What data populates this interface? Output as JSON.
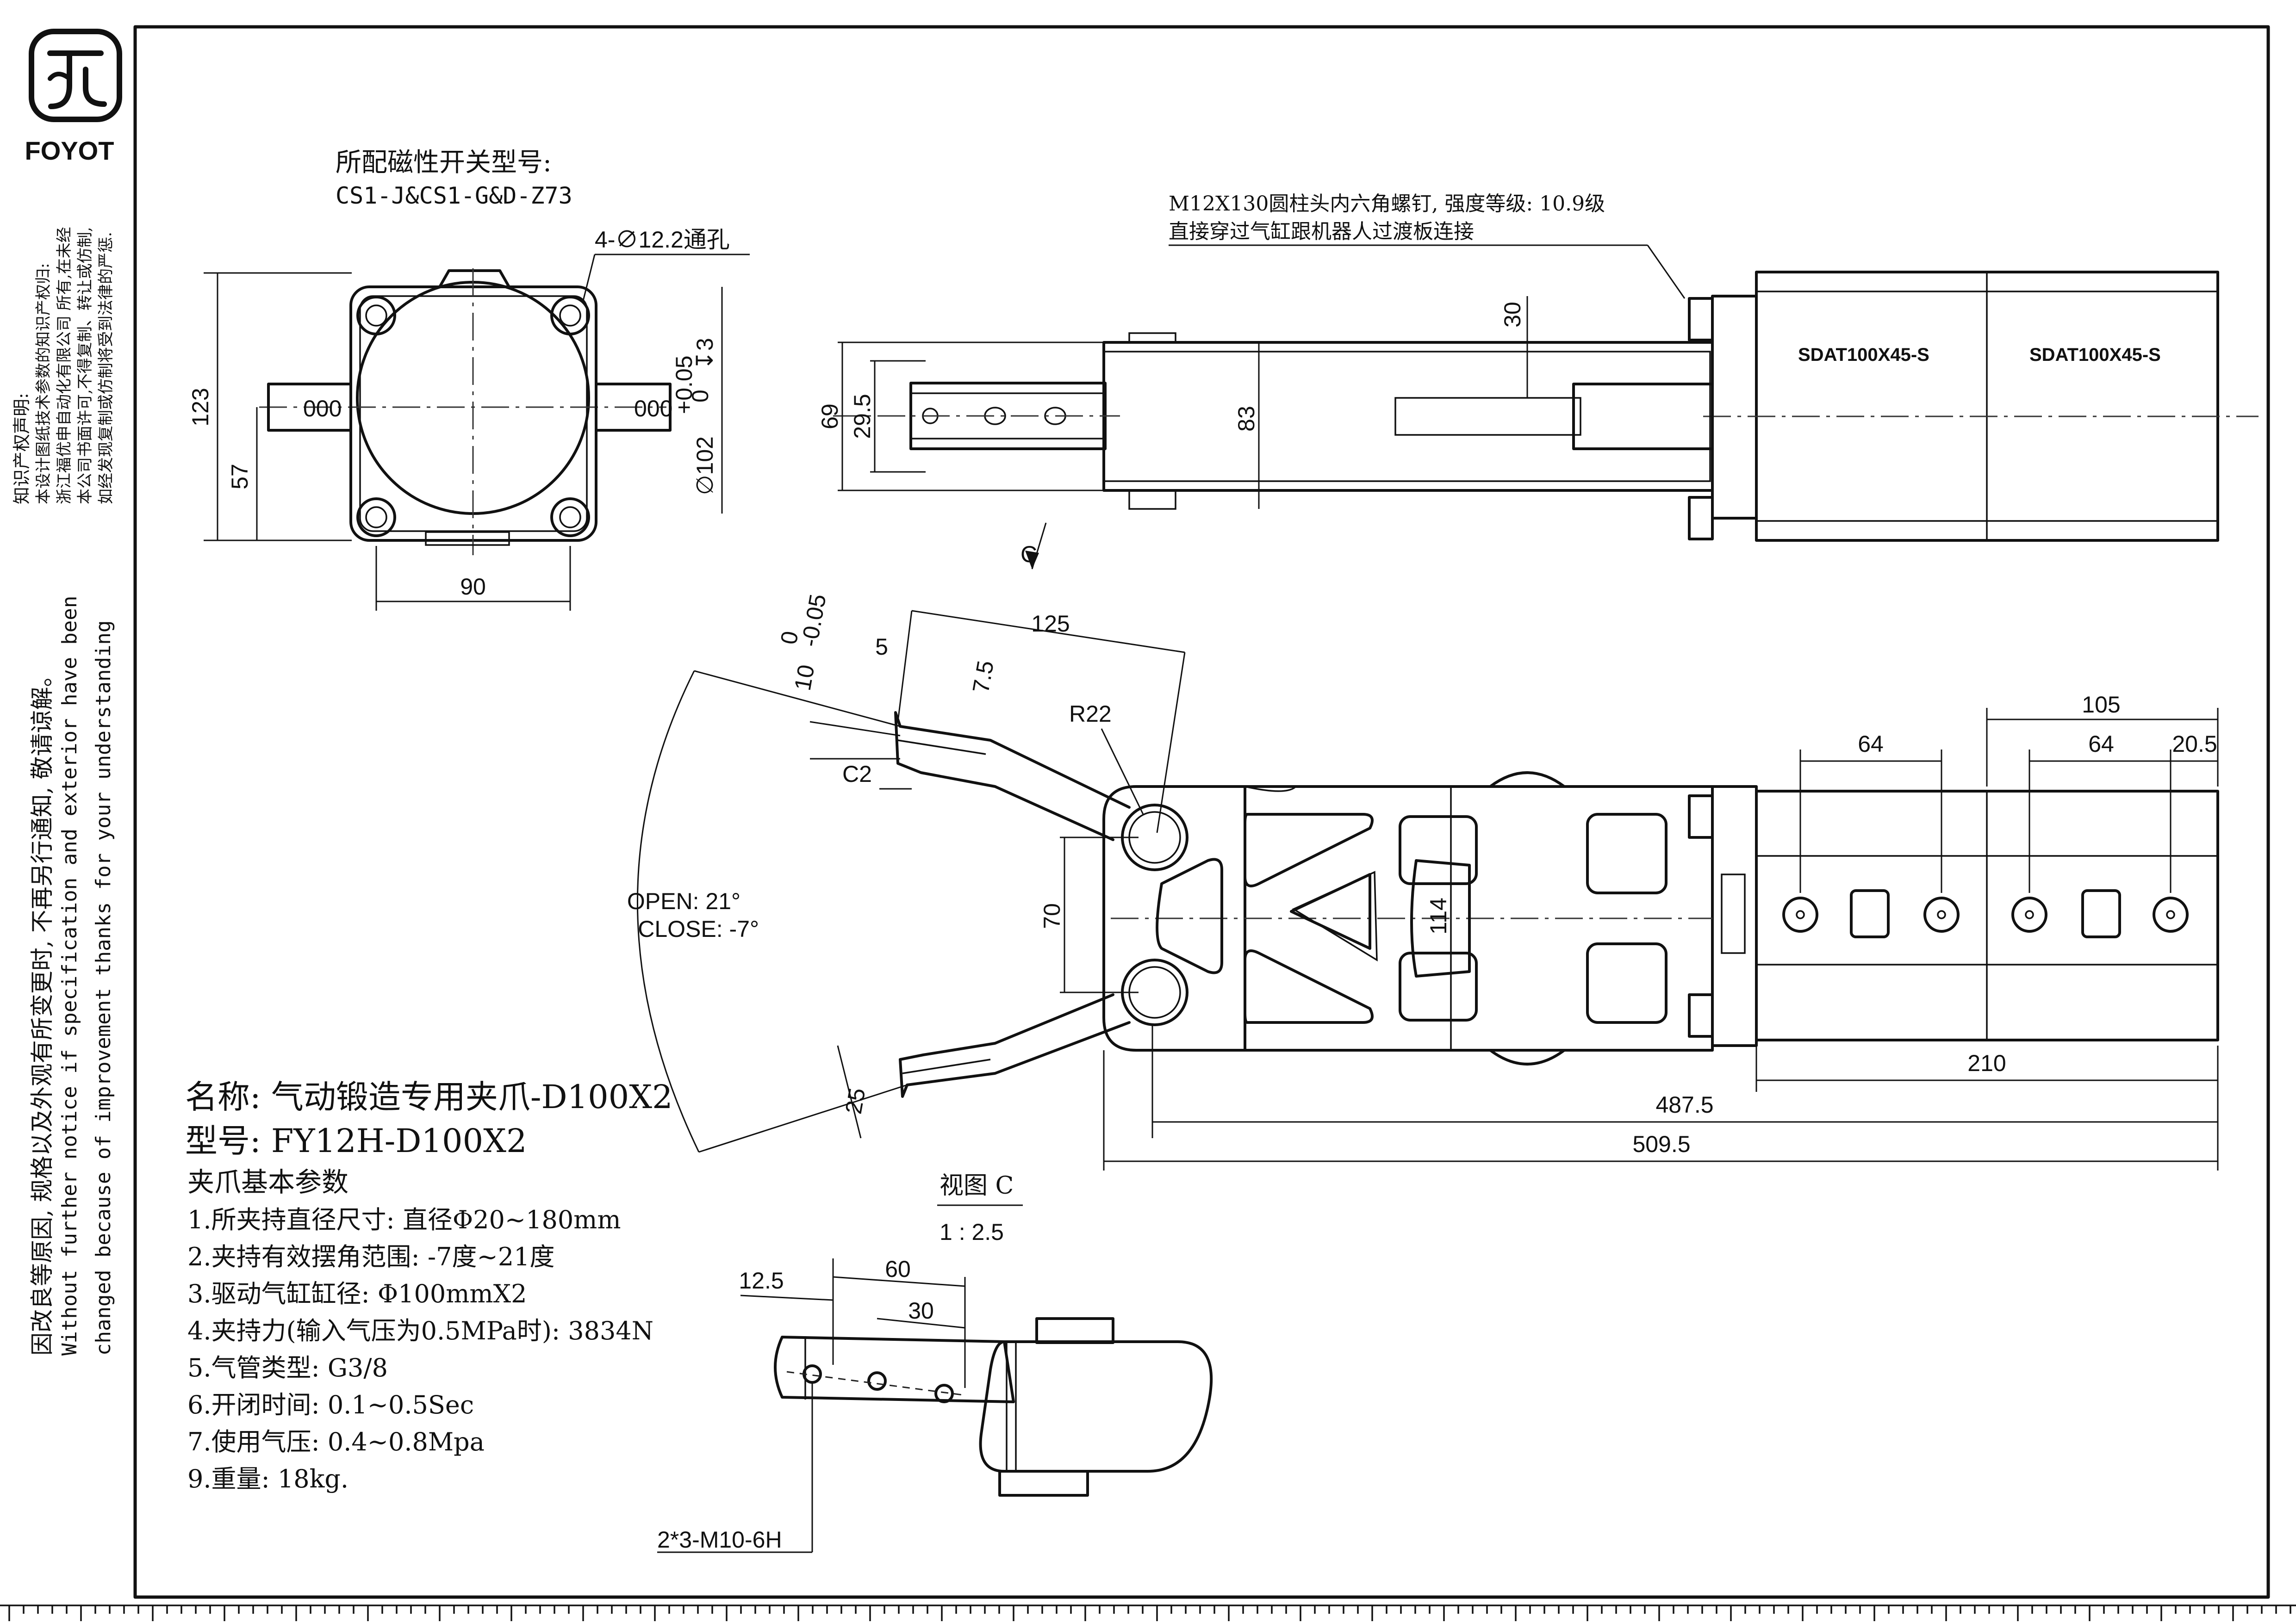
{
  "brand": {
    "logo_text": "FOYOT"
  },
  "side_notes": {
    "ip_title": "知识产权声明:",
    "ip_line1": "本设计图纸技术参数的知识产权归:",
    "ip_line2": "浙江福优申自动化有限公司 所有,在未经",
    "ip_line3": "本公司书面许可,不得复制、转让或仿制,",
    "ip_line4": "如经发现复制或仿制将受到法律的严惩.",
    "notice_cn": "因改良等原因, 规格以及外观有所变更时, 不再另行通知, 敬请谅解。",
    "notice_en1": "Without further  notice if specification and exterior have been",
    "notice_en2": "changed because of improvement thanks for your understanding"
  },
  "front_view": {
    "switch_label": "所配磁性开关型号:",
    "switch_model": "CS1-J&CS1-G&D-Z73",
    "hole_callout": "4-∅12.2通孔",
    "dim_123": "123",
    "dim_57": "57",
    "dim_90": "90",
    "bore_dia": "∅102",
    "bore_tol_upper": "+0.05",
    "bore_tol_lower": "0",
    "bore_depth": "↧3"
  },
  "top_view": {
    "bolt_note_line1": "M12X130圆柱头内六角螺钉, 强度等级: 10.9级",
    "bolt_note_line2": "直接穿过气缸跟机器人过渡板连接",
    "model_tag_1": "SDAT100X45-S",
    "model_tag_2": "SDAT100X45-S",
    "dim_30": "30",
    "dim_69": "69",
    "dim_29_5": "29.5",
    "dim_83": "83"
  },
  "plan_view": {
    "view_arrow_label": "C",
    "dim_125": "125",
    "dim_5": "5",
    "dim_7_5": "7.5",
    "dim_10": "10",
    "dim_10_tol_upper": "0",
    "dim_10_tol_lower": "-0.05",
    "chamfer": "C2",
    "radius": "R22",
    "open_angle": "OPEN:  21°",
    "close_angle": "CLOSE:  -7°",
    "dim_70": "70",
    "dim_114": "114",
    "dim_25": "25",
    "dim_105": "105",
    "dim_64_a": "64",
    "dim_64_b": "64",
    "dim_20_5": "20.5",
    "dim_210": "210",
    "dim_487_5": "487.5",
    "dim_509_5": "509.5"
  },
  "view_c": {
    "title": "视图 C",
    "scale": "1 : 2.5",
    "dim_12_5": "12.5",
    "dim_60": "60",
    "dim_30": "30",
    "thread_callout": "2*3-M10-6H"
  },
  "spec": {
    "name": "名称: 气动锻造专用夹爪-D100X2",
    "model": "型号: FY12H-D100X2",
    "params_title": "夹爪基本参数",
    "items": [
      "1.所夹持直径尺寸: 直径Φ20~180mm",
      "2.夹持有效摆角范围: -7度~21度",
      "3.驱动气缸缸径: Φ100mmX2",
      "4.夹持力(输入气压为0.5MPa时): 3834N",
      "5.气管类型: G3/8",
      "6.开闭时间: 0.1~0.5Sec",
      "7.使用气压: 0.4~0.8Mpa",
      "9.重量: 18kg."
    ]
  }
}
